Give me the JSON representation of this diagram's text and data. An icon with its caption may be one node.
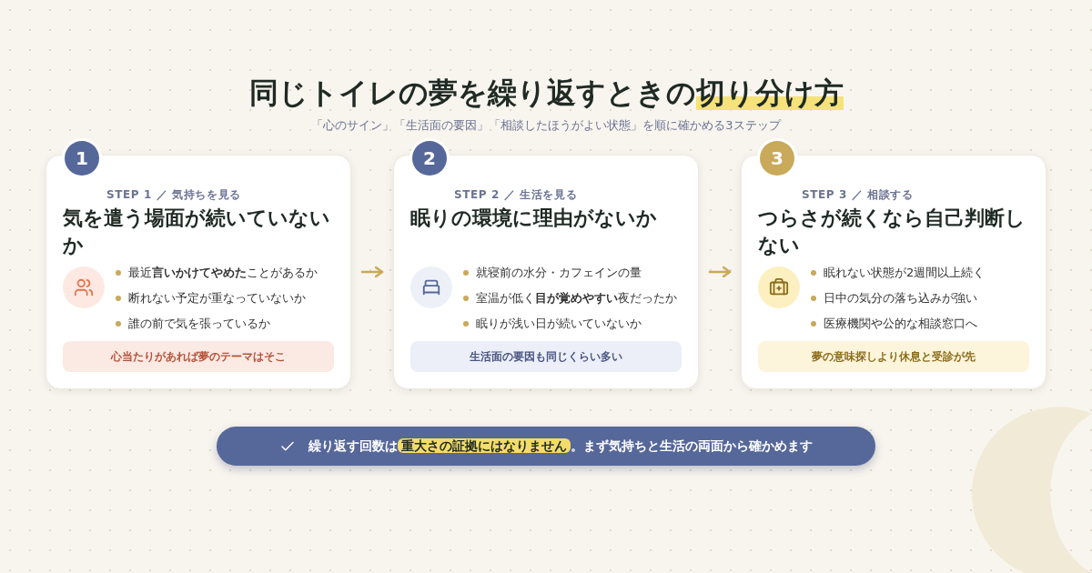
{
  "diagram": {
    "title": "同じトイレの夢を繰り返すときの**切り分け方**",
    "nodes": [
      {
        "text": [
          "1",
          "STEP 1 ／ 気持ちを見る",
          "気を遣う場面が続いていないか",
          "最近**言いかけてやめた**ことがあるか",
          "断れない予定が重なっていないか",
          "誰の前で気を張っているか",
          "心当たりがあれば夢のテーマはそこ"
        ]
      },
      {
        "text": [
          "2",
          "STEP 2 ／ 生活を見る",
          "眠りの環境に理由がないか",
          "就寝前の水分・カフェインの量",
          "室温が低く**目が覚めやすい**夜だったか",
          "眠りが浅い日が続いていないか",
          "生活面の要因も同じくらい多い"
        ]
      },
      {
        "text": [
          "3",
          "STEP 3 ／ 相談する",
          "つらさが続くなら自己判断しない",
          "眠れない状態が2週間以上続く",
          "日中の気分の落ち込みが強い",
          "医療機関や公的な相談窓口へ",
          "夢の意味探しより休息と受診が先"
        ]
      },
      {
        "text": [
          "繰り返す回数は**重大さの証拠にはなりません**。まず気持ちと生活の両面から確かめます"
        ]
      }
    ],
    "edges": [
      {
        "from": 0,
        "to": 1,
        "arrow": "to"
      },
      {
        "from": 1,
        "to": 2,
        "arrow": "to"
      }
    ],
    "labels": [
      "「心のサイン」「生活面の要因」「相談したほうがよい状態」を順に確かめる3ステップ"
    ]
  }
}
